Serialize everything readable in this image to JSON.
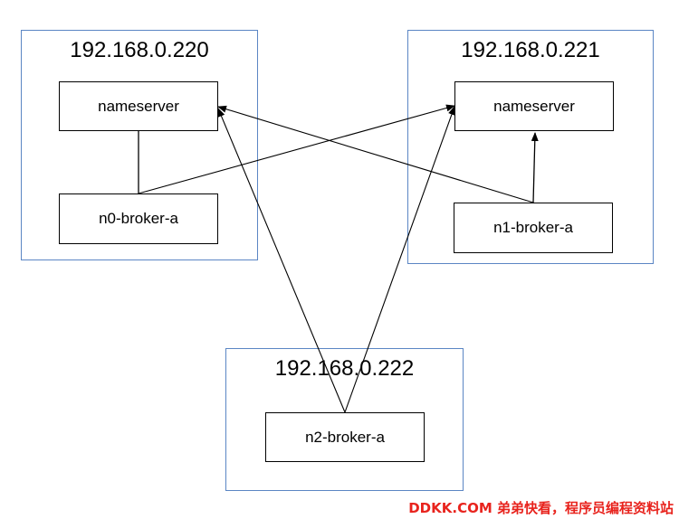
{
  "hosts": [
    {
      "ip": "192.168.0.220",
      "nodes": [
        "nameserver",
        "n0-broker-a"
      ]
    },
    {
      "ip": "192.168.0.221",
      "nodes": [
        "nameserver",
        "n1-broker-a"
      ]
    },
    {
      "ip": "192.168.0.222",
      "nodes": [
        "n2-broker-a"
      ]
    }
  ],
  "watermark": "DDKK.COM 弟弟快看，程序员编程资料站",
  "colors": {
    "host_border": "#5b86c4",
    "line": "#000000",
    "watermark": "#e8231d"
  }
}
